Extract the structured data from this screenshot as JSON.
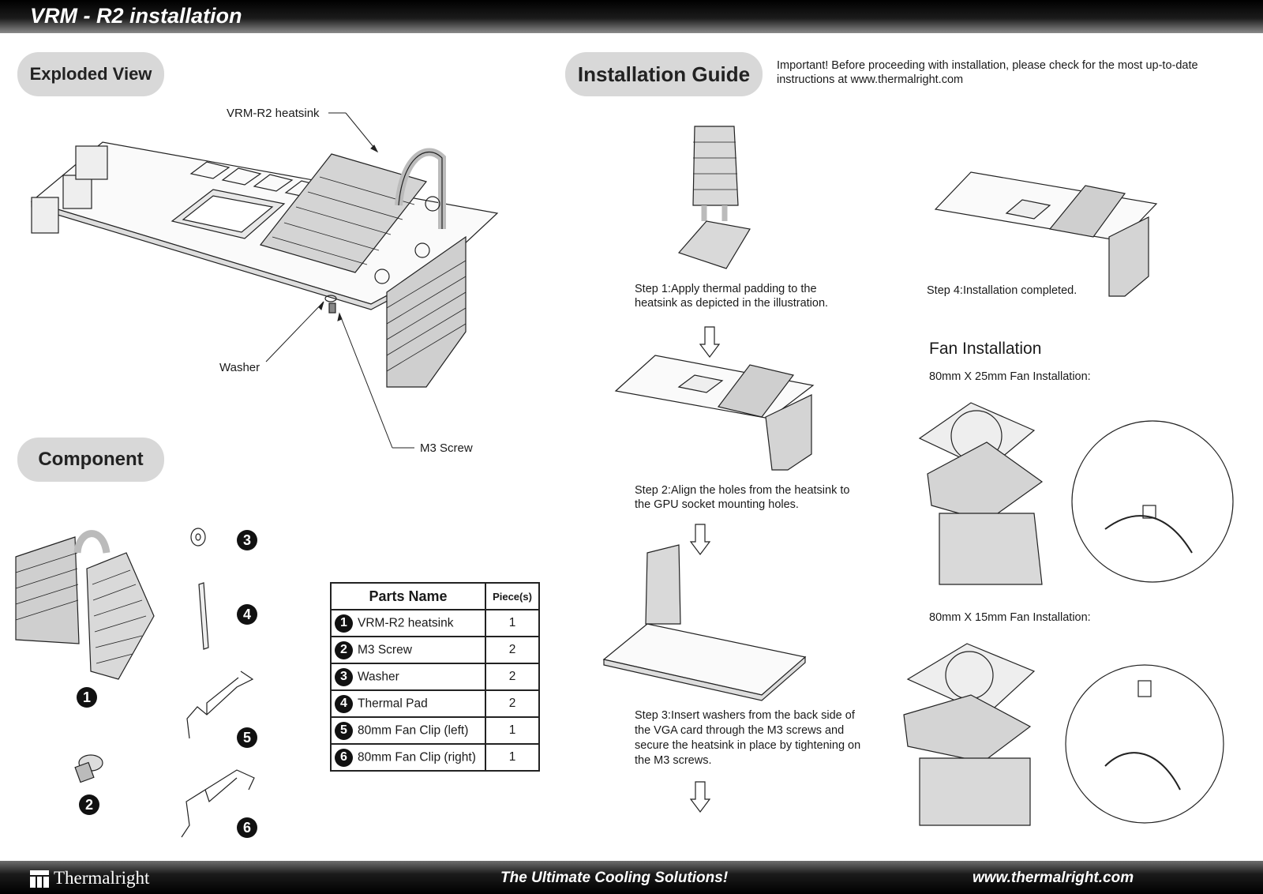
{
  "header": {
    "title": "VRM - R2 installation"
  },
  "exploded": {
    "heading": "Exploded View",
    "labels": {
      "heatsink": "VRM-R2 heatsink",
      "washer": "Washer",
      "screw": "M3 Screw"
    }
  },
  "component": {
    "heading": "Component",
    "numbers": [
      "1",
      "2",
      "3",
      "4",
      "5",
      "6"
    ]
  },
  "parts_table": {
    "headers": [
      "Parts Name",
      "Piece(s)"
    ],
    "rows": [
      {
        "num": "1",
        "name": "VRM-R2 heatsink",
        "qty": "1"
      },
      {
        "num": "2",
        "name": "M3 Screw",
        "qty": "2"
      },
      {
        "num": "3",
        "name": "Washer",
        "qty": "2"
      },
      {
        "num": "4",
        "name": "Thermal Pad",
        "qty": "2"
      },
      {
        "num": "5",
        "name": "80mm Fan Clip (left)",
        "qty": "1"
      },
      {
        "num": "6",
        "name": "80mm Fan Clip (right)",
        "qty": "1"
      }
    ]
  },
  "guide": {
    "heading": "Installation Guide",
    "important": "Important! Before proceeding with installation, please check for the most up-to-date instructions at www.thermalright.com",
    "step1": "Step 1:Apply thermal padding to the heatsink as depicted in the illustration.",
    "step2": "Step 2:Align the holes from the heatsink to the GPU socket mounting holes.",
    "step3": "Step 3:Insert washers from the back side of the VGA card through the M3 screws and secure the heatsink in place by tightening on the M3 screws.",
    "step4": "Step 4:Installation completed."
  },
  "fan": {
    "heading": "Fan Installation",
    "sub1": "80mm X 25mm Fan Installation:",
    "sub2": "80mm X 15mm Fan Installation:"
  },
  "footer": {
    "brand": "Thermalright",
    "slogan": "The Ultimate Cooling Solutions!",
    "url": "www.thermalright.com"
  }
}
